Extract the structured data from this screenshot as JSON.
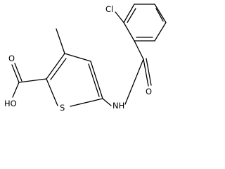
{
  "molecule": {
    "atoms": {
      "cl": "Cl",
      "oh": "HO",
      "s": "S",
      "nh": "NH",
      "o_carbonyl_acid": "O",
      "o_carbonyl_amide": "O"
    }
  }
}
